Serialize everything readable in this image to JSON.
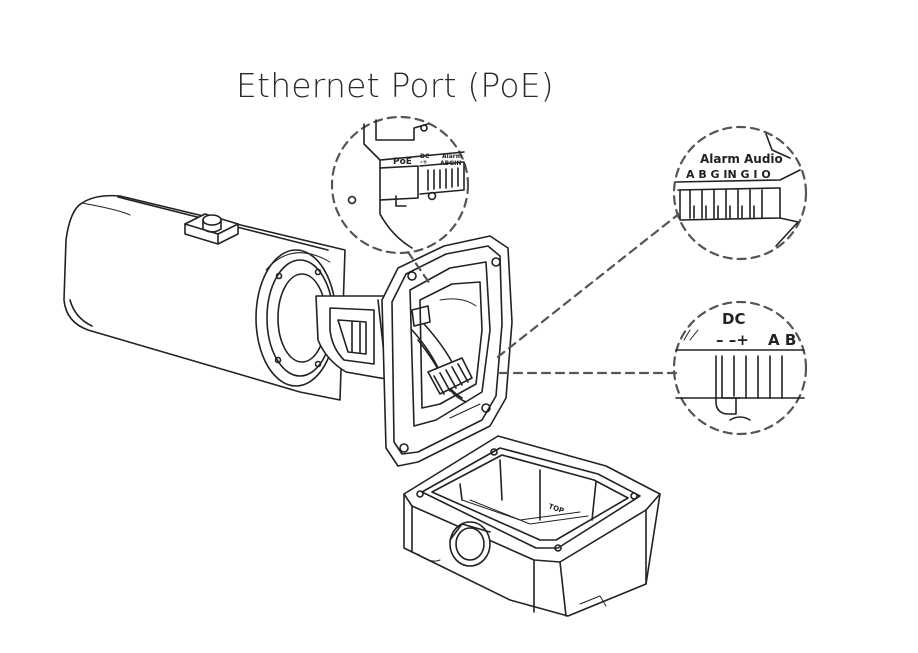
{
  "title": "Ethernet Port (PoE)",
  "zoom_poe": {
    "poe_label": "PoE",
    "dc_label": "DC",
    "dc_polarity": "-+",
    "alarm_label": "Alarm",
    "alarm_pins": "ABGIN"
  },
  "zoom_alarm_audio": {
    "alarm_label": "Alarm",
    "audio_label": "Audio",
    "pins": "A B G IN G I O"
  },
  "zoom_dc": {
    "dc_label": "DC",
    "polarity": "– –+",
    "ab_label": "A B"
  },
  "junction_box": {
    "top_mark": "TOP"
  },
  "colors": {
    "line": "#222222",
    "dash": "#555555",
    "background": "#ffffff"
  }
}
